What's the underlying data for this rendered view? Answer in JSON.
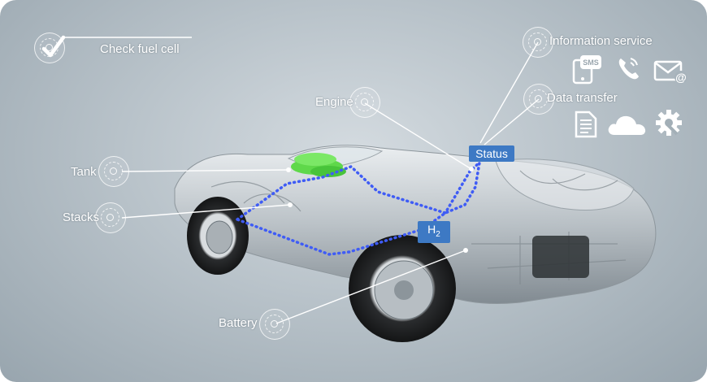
{
  "labels": {
    "check_fuel_cell": "Check fuel cell",
    "information_service": "Information service",
    "data_transfer": "Data transfer",
    "engine": "Engine",
    "tank": "Tank",
    "stacks": "Stacks",
    "battery": "Battery"
  },
  "badges": {
    "status": "Status",
    "h2_letter": "H",
    "h2_subscript": "2"
  },
  "icons": {
    "check": "check-icon",
    "sms": "sms-phone-icon",
    "sms_text": "SMS",
    "phone": "phone-call-icon",
    "email": "email-icon",
    "document": "document-icon",
    "cloud": "cloud-icon",
    "settings": "gear-wrench-icon"
  },
  "colors": {
    "background": "#aab5bd",
    "badge": "#3d79c4",
    "fuel_cell_path": "#3f5cf5",
    "tank_highlight": "#5fd84a",
    "annotation": "#ffffff"
  }
}
